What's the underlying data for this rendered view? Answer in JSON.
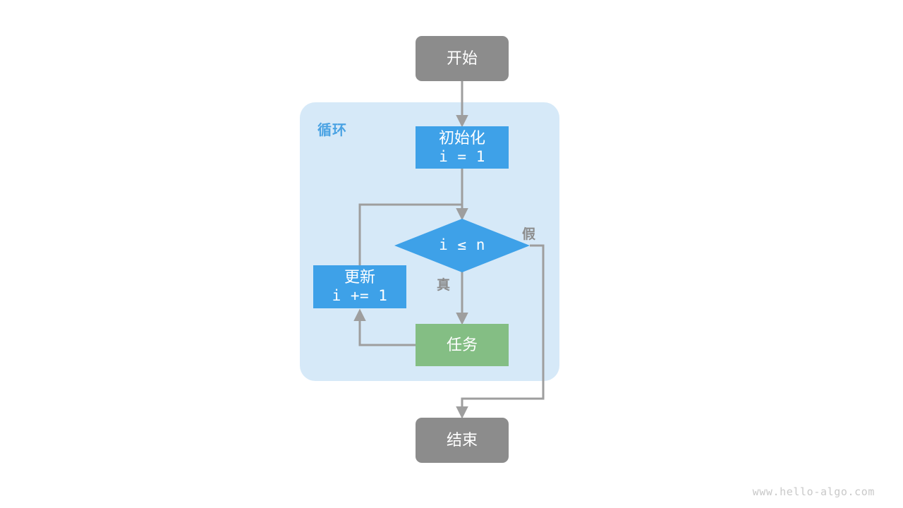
{
  "diagram": {
    "type": "flowchart",
    "title": "",
    "colors": {
      "terminal": "#8C8C8C",
      "process": "#3EA1E8",
      "task": "#84BE84",
      "group_background": "#D6E9F8",
      "edge": "#9E9E9E",
      "group_title": "#4BA3E3",
      "label": "#8C8C8C",
      "node_text": "#FFFFFF",
      "watermark": "#C9C9C9",
      "canvas": "#FFFFFF"
    },
    "group": {
      "title": "循环"
    },
    "nodes": {
      "start": {
        "text": "开始",
        "shape": "rounded-rect",
        "color": "#8C8C8C"
      },
      "init": {
        "line1": "初始化",
        "line2": "i = 1",
        "shape": "rect",
        "color": "#3EA1E8"
      },
      "condition": {
        "text": "i ≤ n",
        "shape": "diamond",
        "color": "#3EA1E8"
      },
      "update": {
        "line1": "更新",
        "line2": "i += 1",
        "shape": "rect",
        "color": "#3EA1E8"
      },
      "task": {
        "text": "任务",
        "shape": "rect",
        "color": "#84BE84"
      },
      "end": {
        "text": "结束",
        "shape": "rounded-rect",
        "color": "#8C8C8C"
      }
    },
    "edges": [
      {
        "from": "start",
        "to": "init",
        "label": ""
      },
      {
        "from": "init",
        "to": "condition",
        "label": ""
      },
      {
        "from": "condition",
        "to": "task",
        "label": "真"
      },
      {
        "from": "condition",
        "to": "end",
        "label": "假"
      },
      {
        "from": "task",
        "to": "update",
        "label": ""
      },
      {
        "from": "update",
        "to": "condition",
        "label": ""
      }
    ],
    "labels": {
      "true": "真",
      "false": "假"
    },
    "watermark": "www.hello-algo.com"
  }
}
